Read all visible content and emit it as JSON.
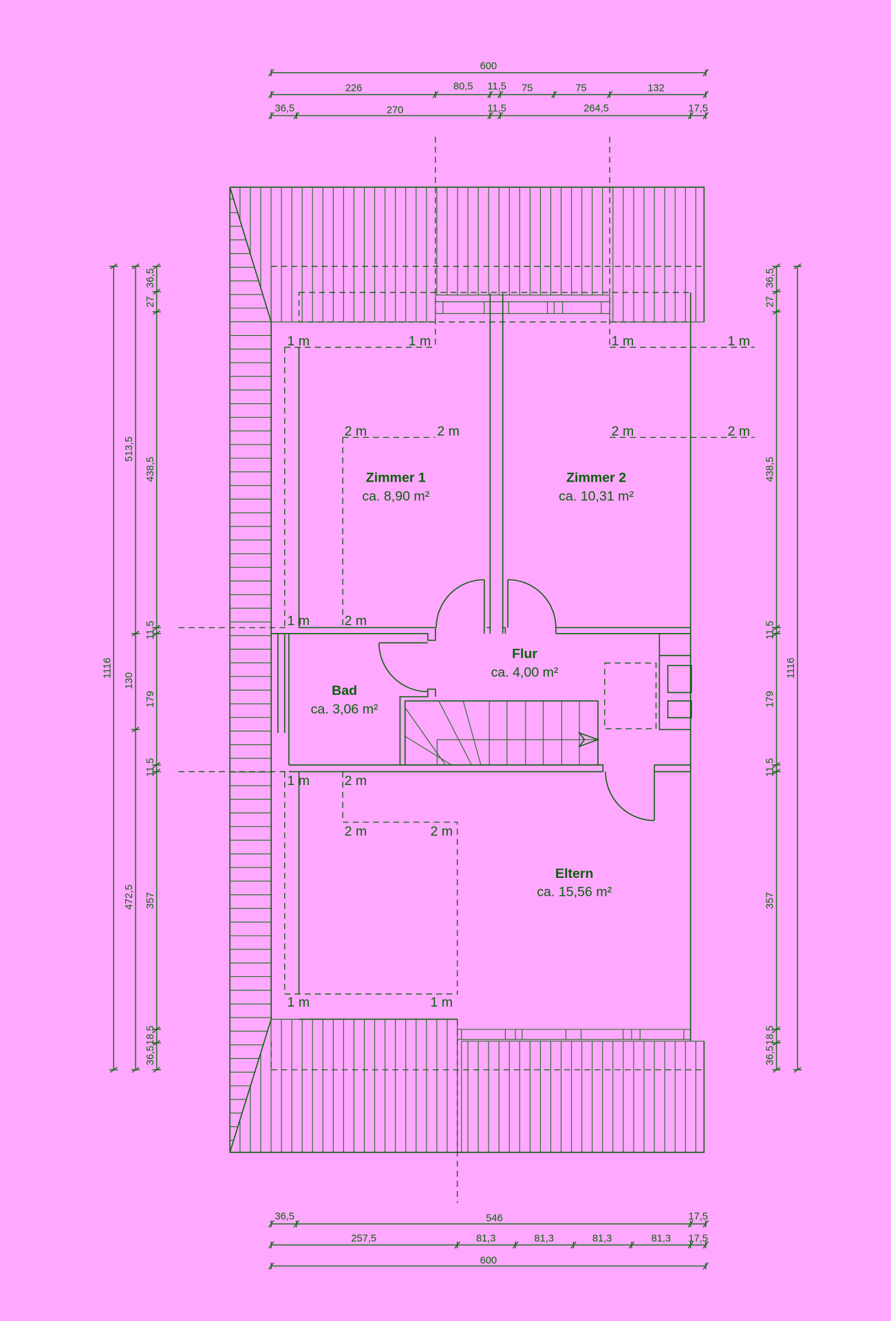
{
  "colors": {
    "background": "#FFA8FF",
    "lines": "#0B5E0B"
  },
  "rooms": [
    {
      "name": "Zimmer 1",
      "area": "ca. 8,90 m²"
    },
    {
      "name": "Zimmer 2",
      "area": "ca. 10,31 m²"
    },
    {
      "name": "Flur",
      "area": "ca. 4,00 m²"
    },
    {
      "name": "Bad",
      "area": "ca. 3,06 m²"
    },
    {
      "name": "Eltern",
      "area": "ca. 15,56 m²"
    }
  ],
  "height_marks": {
    "one": "1 m",
    "two": "2 m"
  },
  "dimensions": {
    "top_total": "600",
    "top_row2": [
      "226",
      "80,5",
      "11,5",
      "75",
      "75",
      "132"
    ],
    "top_row3": [
      "36,5",
      "270",
      "11,5",
      "264,5",
      "17,5"
    ],
    "left_total": "1116",
    "left_mid": [
      "513,5",
      "130",
      "472,5"
    ],
    "left_inner": [
      "36,5",
      "27",
      "438,5",
      "11,5",
      "179",
      "11,5",
      "357",
      "18,5",
      "36,5"
    ],
    "right_total": "1116",
    "right_inner": [
      "36,5",
      "27",
      "438,5",
      "11,5",
      "179",
      "11,5",
      "357",
      "18,5",
      "36,5"
    ],
    "bottom_row1": [
      "36,5",
      "546",
      "17,5"
    ],
    "bottom_row2": [
      "257,5",
      "81,3",
      "81,3",
      "81,3",
      "81,3",
      "17,5"
    ],
    "bottom_total": "600"
  }
}
